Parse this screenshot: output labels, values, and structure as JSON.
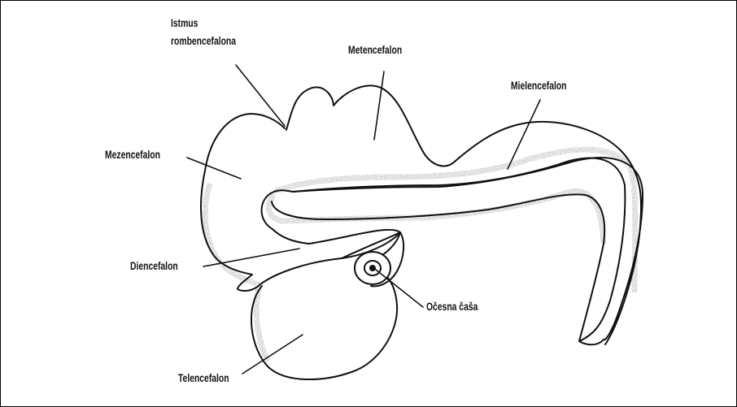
{
  "labels": {
    "istmus_line1": "Istmus",
    "istmus_line2": "rombencefalona",
    "metencefalon": "Metencefalon",
    "mielencefalon": "Mielencefalon",
    "mezencefalon": "Mezencefalon",
    "diencefalon": "Diencefalon",
    "ocesna_casa": "Očesna čaša",
    "telencefalon": "Telencefalon"
  }
}
